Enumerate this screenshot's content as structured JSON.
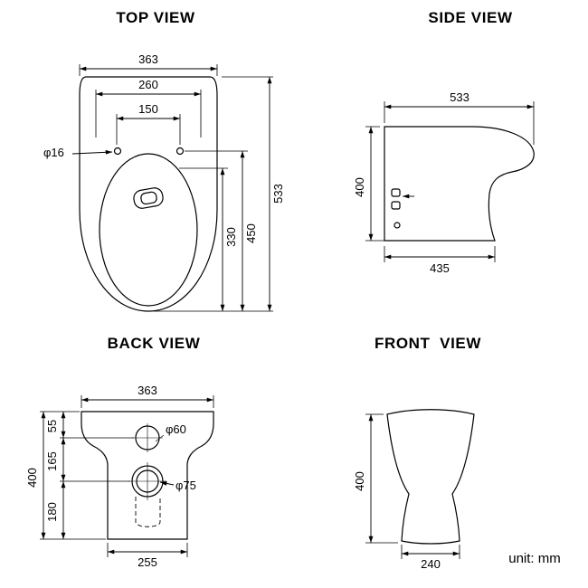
{
  "unit_label": "unit: mm",
  "top_view": {
    "title": "TOP VIEW",
    "dim_width_overall": "363",
    "dim_width_seat": "260",
    "dim_hinge_spacing": "150",
    "dim_hole_dia": "φ16",
    "dim_depth_overall": "533",
    "dim_depth_hinge_to_front": "450",
    "dim_bowl_length": "330"
  },
  "side_view": {
    "title": "SIDE VIEW",
    "dim_depth_overall": "533",
    "dim_height": "400",
    "dim_base_depth": "435"
  },
  "back_view": {
    "title": "BACK VIEW",
    "dim_width_overall": "363",
    "dim_top_to_inlet": "55",
    "dim_inlet_to_outlet": "165",
    "dim_outlet_to_base": "180",
    "dim_height": "400",
    "dim_inlet_dia": "φ60",
    "dim_outlet_dia": "φ75",
    "dim_base_width": "255"
  },
  "front_view": {
    "title": "FRONT  VIEW",
    "dim_height": "400",
    "dim_base_width": "240"
  }
}
